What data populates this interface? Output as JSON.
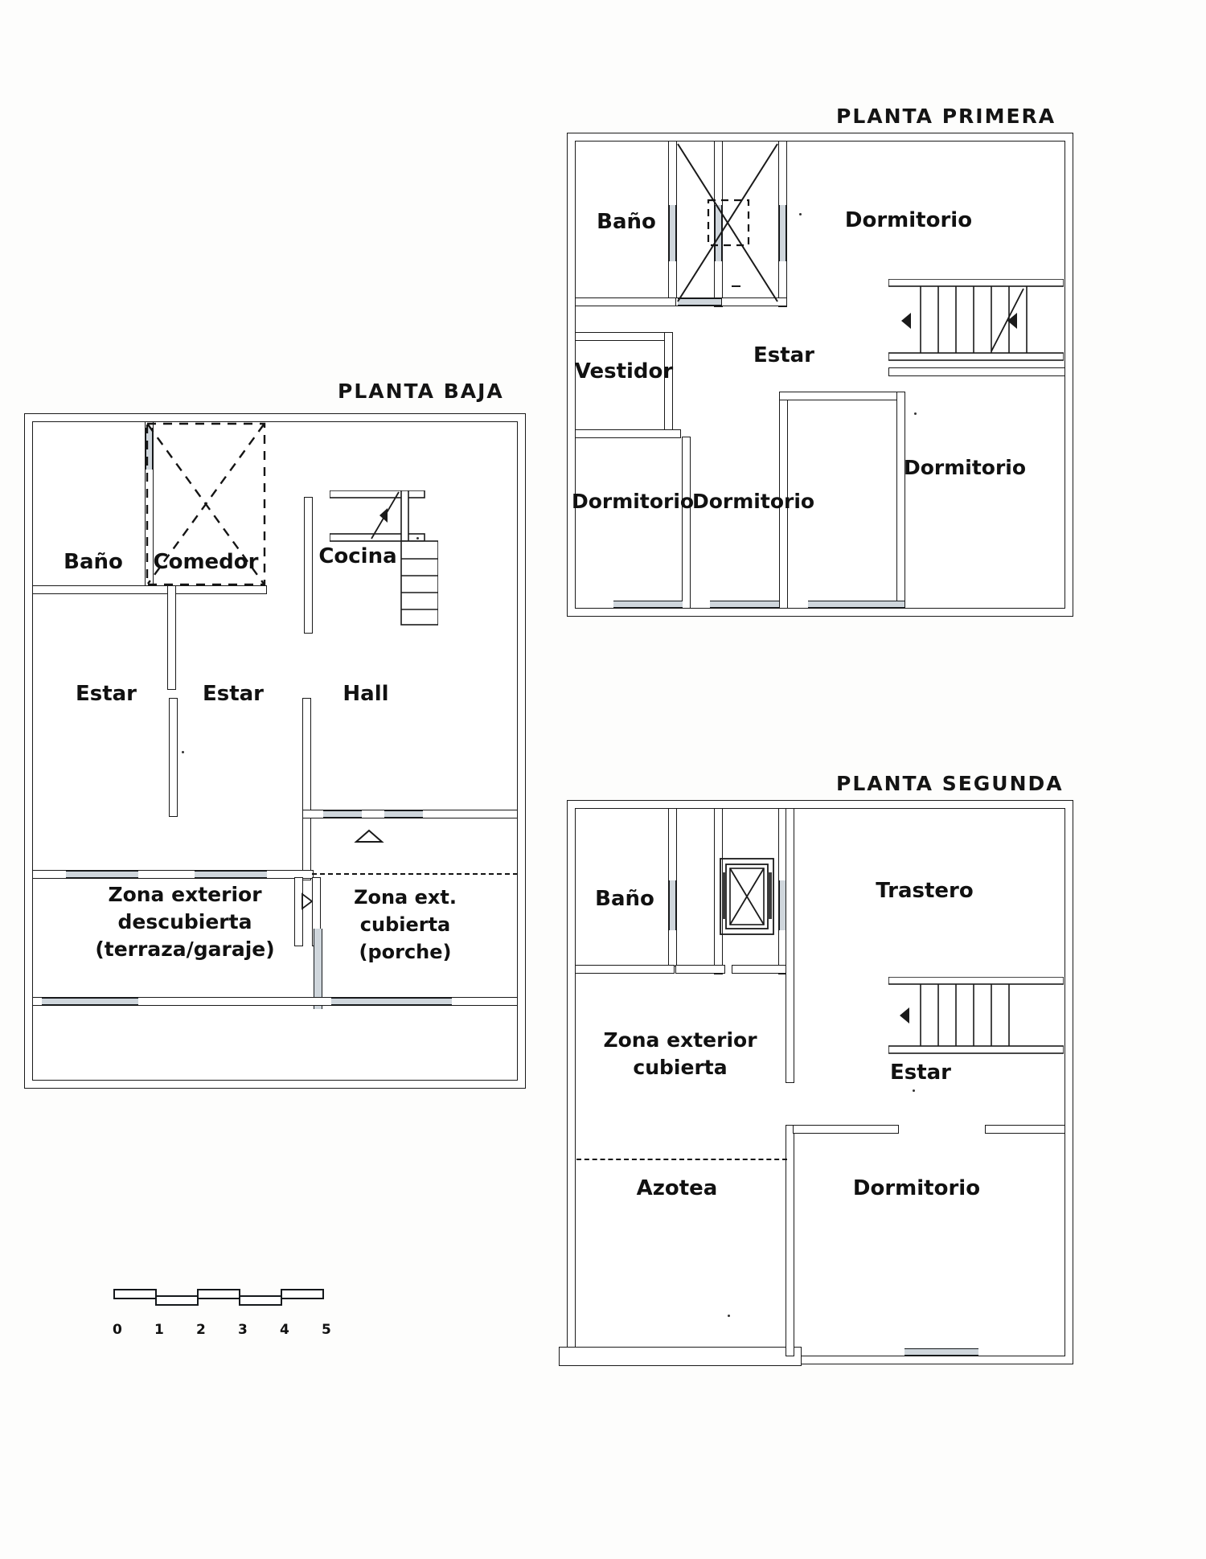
{
  "document": {
    "type": "architectural-floor-plans",
    "language": "es",
    "line_color": "#1a1a1a",
    "background_color": "#fdfdfc"
  },
  "floors": [
    {
      "id": "planta-baja",
      "title": "PLANTA  BAJA",
      "rooms": [
        {
          "name": "Baño"
        },
        {
          "name": "Comedor"
        },
        {
          "name": "Cocina"
        },
        {
          "name": "Estar"
        },
        {
          "name": "Estar"
        },
        {
          "name": "Hall"
        },
        {
          "name": "Zona exterior\ndescubierta\n(terraza/garaje)"
        },
        {
          "name": "Zona ext.\ncubierta\n(porche)"
        }
      ],
      "labels": {
        "bano": "Baño",
        "comedor": "Comedor",
        "cocina": "Cocina",
        "estar_left": "Estar",
        "estar_mid": "Estar",
        "hall": "Hall",
        "zona_desc_l1": "Zona exterior",
        "zona_desc_l2": "descubierta",
        "zona_desc_l3": "(terraza/garaje)",
        "zona_cub_l1": "Zona ext.",
        "zona_cub_l2": "cubierta",
        "zona_cub_l3": "(porche)"
      }
    },
    {
      "id": "planta-primera",
      "title": "PLANTA  PRIMERA",
      "rooms": [
        {
          "name": "Baño"
        },
        {
          "name": "Dormitorio"
        },
        {
          "name": "Vestidor"
        },
        {
          "name": "Estar"
        },
        {
          "name": "Dormitorio"
        },
        {
          "name": "Dormitorio"
        },
        {
          "name": "Dormitorio"
        }
      ],
      "labels": {
        "bano": "Baño",
        "dormitorio_ne": "Dormitorio",
        "vestidor": "Vestidor",
        "estar": "Estar",
        "dormitorio_sw": "Dormitorio",
        "dormitorio_sc": "Dormitorio",
        "dormitorio_se": "Dormitorio"
      }
    },
    {
      "id": "planta-segunda",
      "title": "PLANTA  SEGUNDA",
      "rooms": [
        {
          "name": "Baño"
        },
        {
          "name": "Trastero"
        },
        {
          "name": "Zona exterior\ncubierta"
        },
        {
          "name": "Estar"
        },
        {
          "name": "Azotea"
        },
        {
          "name": "Dormitorio"
        }
      ],
      "labels": {
        "bano": "Baño",
        "trastero": "Trastero",
        "zona_cub_l1": "Zona exterior",
        "zona_cub_l2": "cubierta",
        "estar": "Estar",
        "azotea": "Azotea",
        "dormitorio": "Dormitorio"
      }
    }
  ],
  "scale_bar": {
    "unit": "m",
    "ticks": [
      "0",
      "1",
      "2",
      "3",
      "4",
      "5"
    ],
    "min": 0,
    "max": 5
  }
}
